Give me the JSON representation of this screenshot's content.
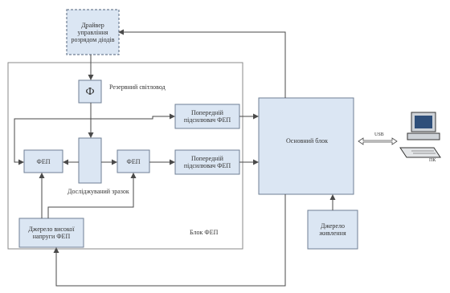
{
  "driver": {
    "label": "Драйвер управління розрядом діодів"
  },
  "laser": {
    "symbol": "Ф",
    "label": "Резервний світловод"
  },
  "sample": {
    "label": "Досліджуваний зразок"
  },
  "fep_left": {
    "label": "ФЕП"
  },
  "fep_right": {
    "label": "ФЕП"
  },
  "amp_top": {
    "label": "Попередній підсилювач ФЕП"
  },
  "amp_bottom": {
    "label": "Попередній підсилювач ФЕП"
  },
  "hv": {
    "label": "Джерело високої напруги ФЕП"
  },
  "block_fep": {
    "label": "Блок ФЕП"
  },
  "main_block": {
    "label": "Основний блок"
  },
  "power": {
    "label": "Джерело живлення"
  },
  "link": {
    "label": "USB"
  },
  "pc": {
    "label": "ПК"
  },
  "colors": {
    "box_fill": "#dbe6f3",
    "box_stroke": "#6f7f94",
    "line": "#4a4a4a"
  }
}
